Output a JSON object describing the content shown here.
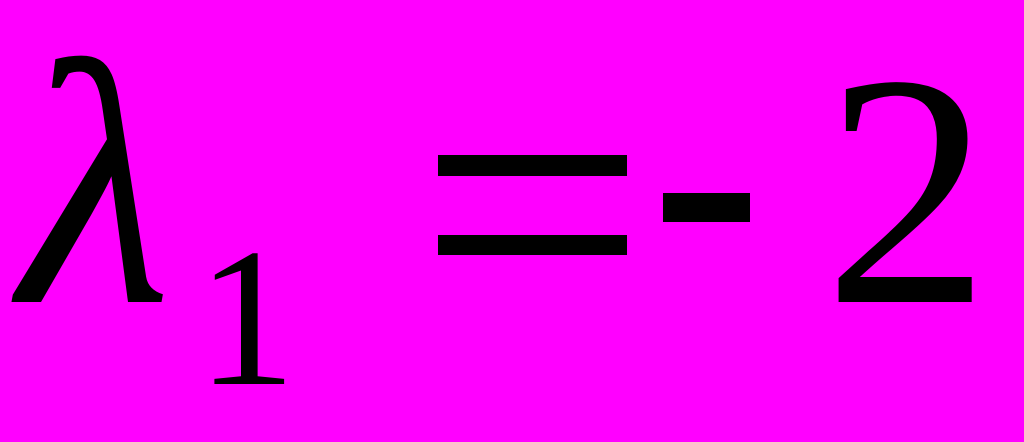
{
  "colors": {
    "background": "#FF00FF",
    "ink": "#000000"
  },
  "equation": {
    "expression": "λ1 = -2",
    "lambda": "λ",
    "subscript": "1",
    "equals": "=",
    "minus": "−",
    "value": "2"
  }
}
